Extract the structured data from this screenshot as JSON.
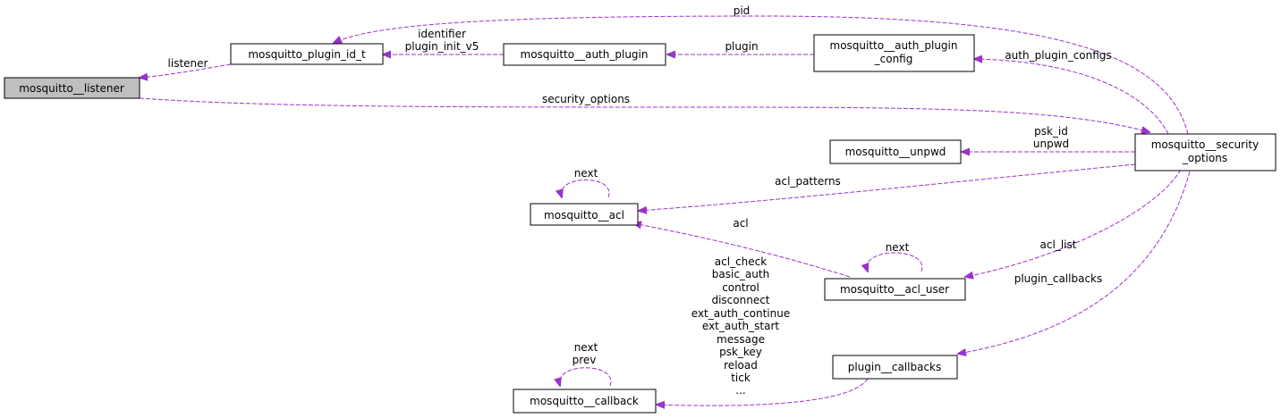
{
  "nodes": {
    "listener": "mosquitto__listener",
    "plugin_id": "mosquitto_plugin_id_t",
    "auth_plugin": "mosquitto__auth_plugin",
    "auth_plugin_config": [
      "mosquitto__auth_plugin",
      "_config"
    ],
    "security_options": [
      "mosquitto__security",
      "_options"
    ],
    "unpwd": "mosquitto__unpwd",
    "acl": "mosquitto__acl",
    "acl_user": "mosquitto__acl_user",
    "plugin_callbacks": "plugin__callbacks",
    "callback": "mosquitto__callback"
  },
  "edge_labels": {
    "pid": [
      "pid"
    ],
    "listener": [
      "listener"
    ],
    "identifier": [
      "identifier",
      "plugin_init_v5"
    ],
    "plugin": [
      "plugin"
    ],
    "auth_plugin_configs": [
      "auth_plugin_configs"
    ],
    "security_options": [
      "security_options"
    ],
    "psk_id": [
      "psk_id",
      "unpwd"
    ],
    "acl_patterns": [
      "acl_patterns"
    ],
    "acl": [
      "acl"
    ],
    "acl_list": [
      "acl_list"
    ],
    "plugin_callbacks": [
      "plugin_callbacks"
    ],
    "callback_fields": [
      "acl_check",
      "basic_auth",
      "control",
      "disconnect",
      "ext_auth_continue",
      "ext_auth_start",
      "message",
      "psk_key",
      "reload",
      "tick",
      "..."
    ],
    "acl_next": [
      "next"
    ],
    "acl_user_next": [
      "next"
    ],
    "callback_next": [
      "next",
      "prev"
    ]
  },
  "colors": {
    "edge": "#9a32cd",
    "highlight_fill": "#bfbfbf",
    "border": "#000000"
  }
}
